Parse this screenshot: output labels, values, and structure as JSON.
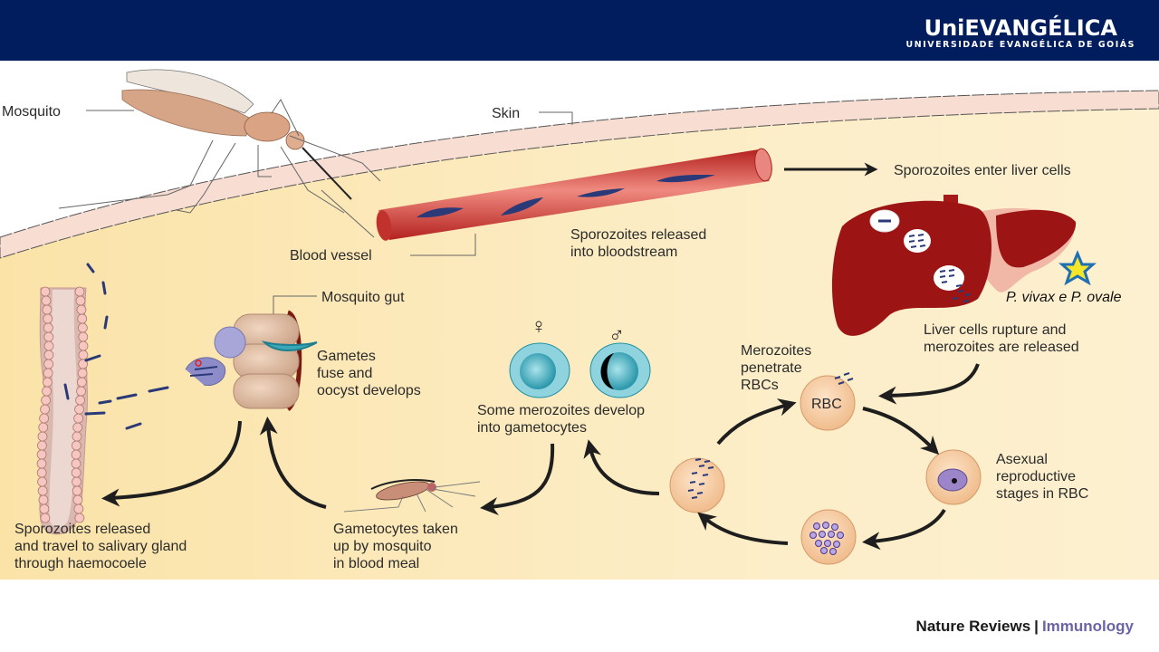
{
  "header": {
    "brand_name": "UniEVANGÉLICA",
    "brand_subtitle": "UNIVERSIDADE EVANGÉLICA DE GOIÁS",
    "background_color": "#021d5e"
  },
  "diagram": {
    "title_hint": "Malaria (Plasmodium) life cycle",
    "labels": {
      "mosquito": "Mosquito",
      "skin": "Skin",
      "blood_vessel": "Blood vessel",
      "sporozoites_bloodstream": [
        "Sporozoites released",
        "into bloodstream"
      ],
      "sporozoites_liver": "Sporozoites enter liver cells",
      "annotation": "P. vivax e P. ovale",
      "liver_rupture": [
        "Liver cells rupture and",
        "merozoites are released"
      ],
      "merozoites_penetrate": [
        "Merozoites",
        "penetrate",
        "RBCs"
      ],
      "rbc": "RBC",
      "asexual": [
        "Asexual",
        "reproductive",
        "stages in RBC"
      ],
      "gametocytes": [
        "Some merozoites develop",
        "into gametocytes"
      ],
      "female_symbol": "♀",
      "male_symbol": "♂",
      "gametocytes_taken": [
        "Gametocytes taken",
        "up by mosquito",
        "in blood meal"
      ],
      "mosquito_gut": "Mosquito gut",
      "gametes_fuse": [
        "Gametes",
        "fuse and",
        "oocyst develops"
      ],
      "sporozoites_salivary": [
        "Sporozoites released",
        "and travel to salivary gland",
        "through haemocoele"
      ]
    },
    "colors": {
      "tissue": "#fbe9b8",
      "skin": "#f8ddd3",
      "vessel": "#c8302c",
      "liver": "#9c1414",
      "parasite": "#2a3a78",
      "rbc": "#f4c9a0",
      "star_fill": "#f5e62a",
      "star_stroke": "#1f6fb5"
    }
  },
  "footer": {
    "source_left": "Nature Reviews",
    "separator": "|",
    "source_right": "Immunology"
  }
}
